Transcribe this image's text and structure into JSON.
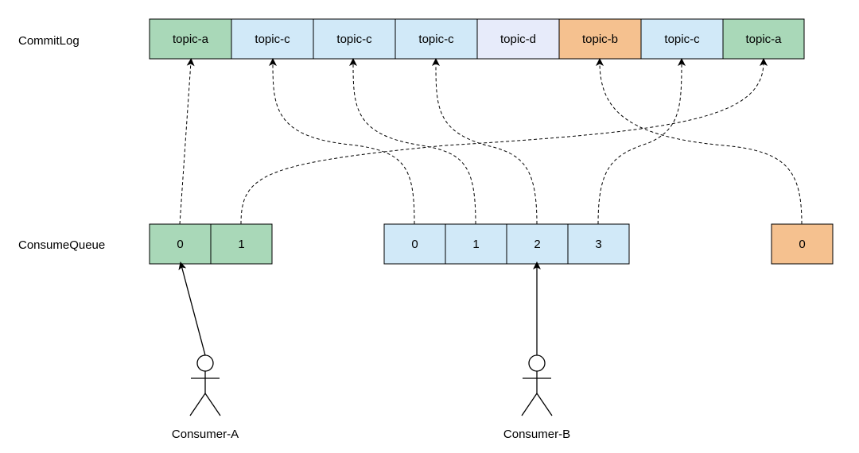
{
  "labels": {
    "commitlog": "CommitLog",
    "consumequeue": "ConsumeQueue"
  },
  "colors": {
    "green": "#a9d8b8",
    "blue": "#d1e9f8",
    "lavender": "#e7ebfa",
    "orange": "#f5c18f"
  },
  "commitlog": [
    {
      "text": "topic-a",
      "color": "green"
    },
    {
      "text": "topic-c",
      "color": "blue"
    },
    {
      "text": "topic-c",
      "color": "blue"
    },
    {
      "text": "topic-c",
      "color": "blue"
    },
    {
      "text": "topic-d",
      "color": "lavender"
    },
    {
      "text": "topic-b",
      "color": "orange"
    },
    {
      "text": "topic-c",
      "color": "blue"
    },
    {
      "text": "topic-a",
      "color": "green"
    }
  ],
  "queues": {
    "a": {
      "cells": [
        "0",
        "1"
      ],
      "color": "green"
    },
    "c": {
      "cells": [
        "0",
        "1",
        "2",
        "3"
      ],
      "color": "blue"
    },
    "b": {
      "cells": [
        "0"
      ],
      "color": "orange"
    }
  },
  "consumers": {
    "a": {
      "label": "Consumer-A"
    },
    "b": {
      "label": "Consumer-B"
    }
  }
}
